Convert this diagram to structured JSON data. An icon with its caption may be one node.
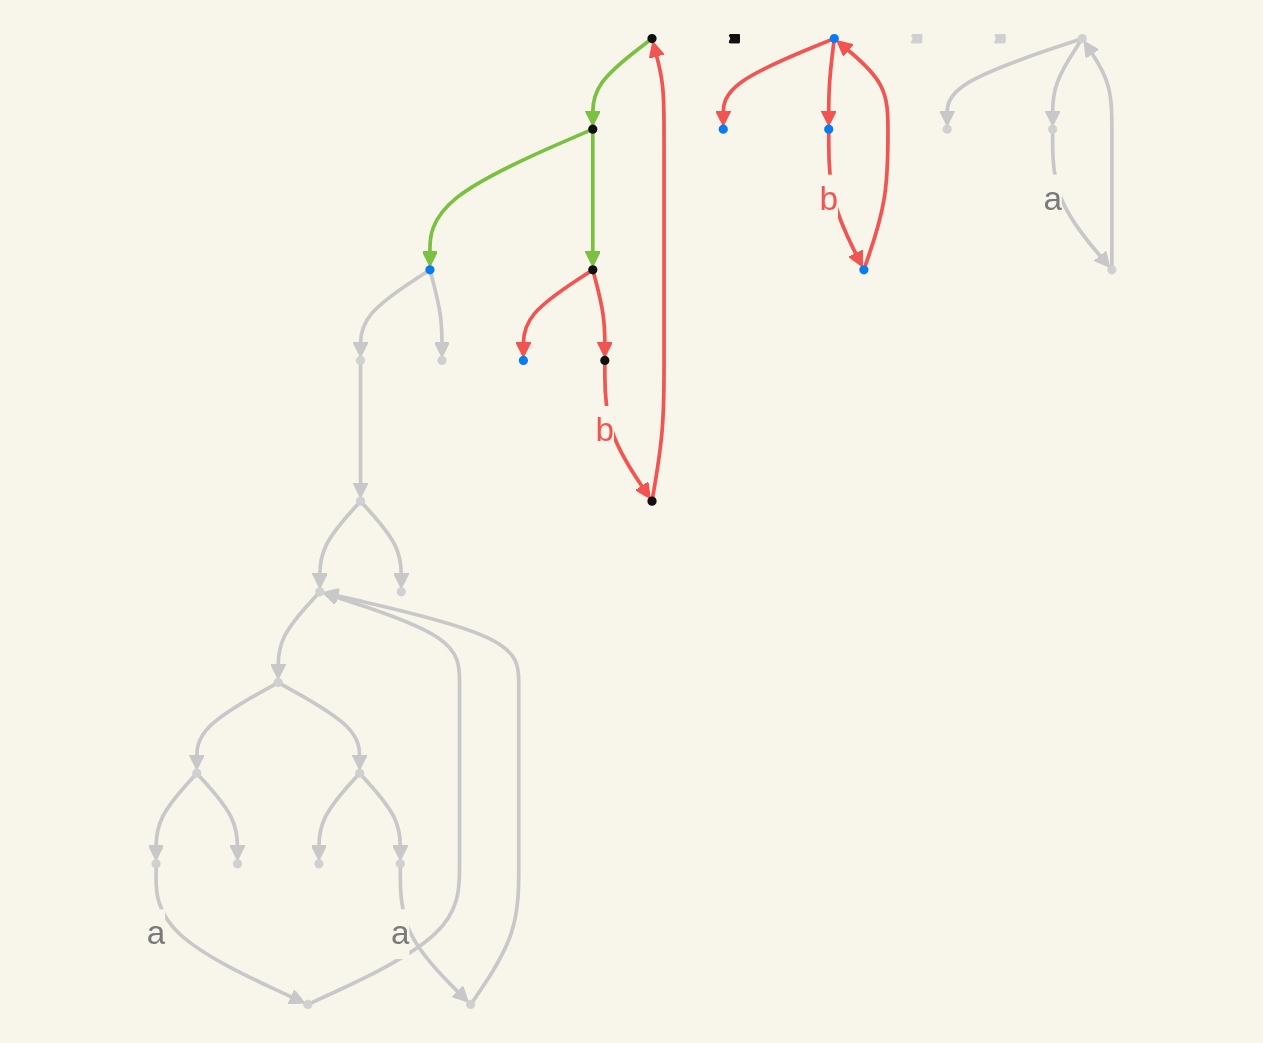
{
  "diagram": {
    "nodes": [
      {
        "text": [],
        "shape": "circle"
      },
      {
        "text": [],
        "shape": "circle"
      },
      {
        "text": [],
        "shape": "circle"
      },
      {
        "text": [],
        "shape": "circle"
      },
      {
        "text": [],
        "shape": "circle"
      },
      {
        "text": [],
        "shape": "circle"
      },
      {
        "text": [],
        "shape": "circle"
      },
      {
        "text": [],
        "shape": "circle"
      },
      {
        "text": [],
        "shape": "circle"
      },
      {
        "text": [],
        "shape": "circle"
      },
      {
        "text": [],
        "shape": "circle"
      },
      {
        "text": [],
        "shape": "circle"
      },
      {
        "text": [],
        "shape": "circle"
      },
      {
        "text": [],
        "shape": "circle"
      },
      {
        "text": [],
        "shape": "circle"
      },
      {
        "text": [],
        "shape": "circle"
      },
      {
        "text": [],
        "shape": "circle"
      },
      {
        "text": [],
        "shape": "circle"
      },
      {
        "text": [],
        "shape": "circle"
      },
      {
        "text": [],
        "shape": "circle"
      },
      {
        "text": [],
        "shape": "circle"
      },
      {
        "text": [],
        "shape": "arrow"
      },
      {
        "text": [],
        "shape": "circle"
      },
      {
        "text": [],
        "shape": "circle"
      },
      {
        "text": [],
        "shape": "circle"
      },
      {
        "text": [],
        "shape": "circle"
      },
      {
        "text": [],
        "shape": "arrow"
      },
      {
        "text": [],
        "shape": "arrow"
      },
      {
        "text": [],
        "shape": "circle"
      },
      {
        "text": [],
        "shape": "circle"
      },
      {
        "text": [],
        "shape": "circle"
      },
      {
        "text": [],
        "shape": "circle"
      }
    ],
    "edges": [
      {
        "from": 0,
        "to": 1,
        "arrow": "to",
        "color": "#7bc043"
      },
      {
        "from": 1,
        "to": 2,
        "arrow": "to",
        "color": "#7bc043"
      },
      {
        "from": 1,
        "to": 3,
        "arrow": "to",
        "color": "#7bc043"
      },
      {
        "from": 3,
        "to": 4,
        "arrow": "to",
        "color": "#f25452"
      },
      {
        "from": 3,
        "to": 5,
        "arrow": "to",
        "color": "#f25452"
      },
      {
        "from": 5,
        "to": 6,
        "arrow": "to",
        "label": "b",
        "color": "#f25452"
      },
      {
        "from": 6,
        "to": 0,
        "arrow": "to",
        "color": "#f25452"
      },
      {
        "from": 2,
        "to": 7,
        "arrow": "to"
      },
      {
        "from": 2,
        "to": 8,
        "arrow": "to"
      },
      {
        "from": 7,
        "to": 9,
        "arrow": "to"
      },
      {
        "from": 9,
        "to": 10,
        "arrow": "to"
      },
      {
        "from": 9,
        "to": 11,
        "arrow": "to"
      },
      {
        "from": 10,
        "to": 12,
        "arrow": "to"
      },
      {
        "from": 12,
        "to": 13,
        "arrow": "to"
      },
      {
        "from": 12,
        "to": 14,
        "arrow": "to"
      },
      {
        "from": 13,
        "to": 15,
        "arrow": "to"
      },
      {
        "from": 13,
        "to": 16,
        "arrow": "to"
      },
      {
        "from": 14,
        "to": 17,
        "arrow": "to"
      },
      {
        "from": 14,
        "to": 18,
        "arrow": "to"
      },
      {
        "from": 15,
        "to": 19,
        "arrow": "to",
        "label": "a"
      },
      {
        "from": 18,
        "to": 20,
        "arrow": "to",
        "label": "a"
      },
      {
        "from": 19,
        "to": 10,
        "arrow": "to"
      },
      {
        "from": 20,
        "to": 10,
        "arrow": "to"
      },
      {
        "from": 22,
        "to": 23,
        "arrow": "to",
        "color": "#f25452"
      },
      {
        "from": 22,
        "to": 24,
        "arrow": "to",
        "color": "#f25452"
      },
      {
        "from": 24,
        "to": 25,
        "arrow": "to",
        "label": "b",
        "color": "#f25452"
      },
      {
        "from": 25,
        "to": 22,
        "arrow": "to",
        "color": "#f25452"
      },
      {
        "from": 28,
        "to": 29,
        "arrow": "to"
      },
      {
        "from": 28,
        "to": 30,
        "arrow": "to"
      },
      {
        "from": 30,
        "to": 31,
        "arrow": "to",
        "label": "a"
      },
      {
        "from": 31,
        "to": 28,
        "arrow": "to"
      }
    ]
  }
}
